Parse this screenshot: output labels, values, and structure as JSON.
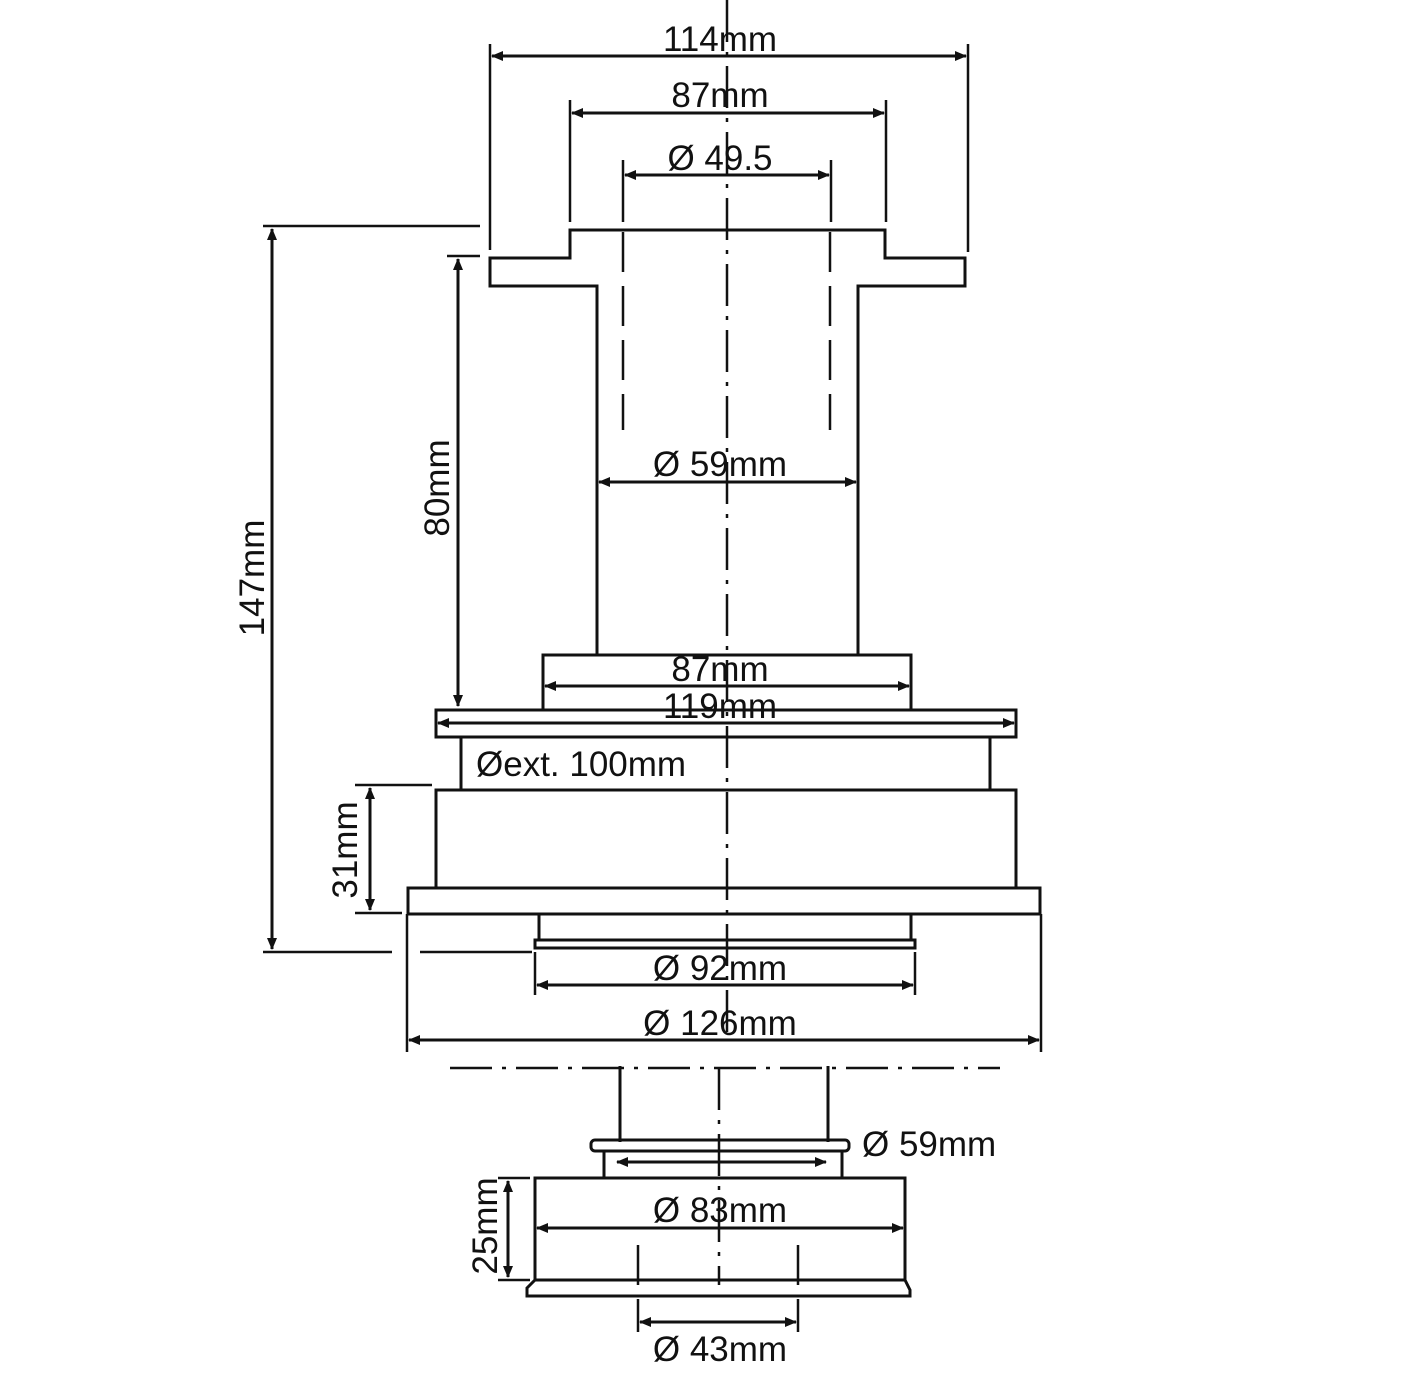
{
  "dimensions": {
    "top_width": "114mm",
    "top_inner_width": "87mm",
    "top_bore": "Ø 49.5",
    "tube_diameter": "Ø 59mm",
    "tube_height": "80mm",
    "total_height": "147mm",
    "mid_width": "87mm",
    "flange_width": "119mm",
    "outer_diameter": "Øext. 100mm",
    "body_height": "31mm",
    "lower_diameter": "Ø 92mm",
    "base_diameter": "Ø 126mm",
    "outlet_diameter": "Ø 59mm",
    "cap_diameter": "Ø 83mm",
    "cap_height": "25mm",
    "cap_bore": "Ø 43mm"
  }
}
